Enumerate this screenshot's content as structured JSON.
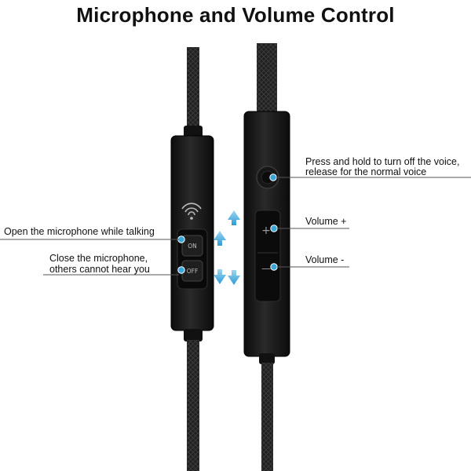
{
  "title": "Microphone and Volume Control",
  "left_remote": {
    "mic_on_label": "ON",
    "mic_off_label": "OFF",
    "callouts": {
      "open_mic": "Open the microphone while talking",
      "close_mic_line1": "Close the microphone,",
      "close_mic_line2": "others cannot hear you"
    }
  },
  "right_remote": {
    "plus_sign": "+",
    "minus_sign": "—",
    "callouts": {
      "press_hold_line1": "Press and hold to turn off the voice,",
      "press_hold_line2": "release for the normal voice",
      "volume_up": "Volume +",
      "volume_down": "Volume -"
    }
  },
  "colors": {
    "body": "#141414",
    "cable": "#1c1c1c",
    "marker": "#3aa6d8",
    "arrow": "#3aa6d8",
    "leader_line": "#555555"
  },
  "icons": [
    "wireless-mic-icon",
    "arrow-up-icon",
    "arrow-down-icon"
  ]
}
